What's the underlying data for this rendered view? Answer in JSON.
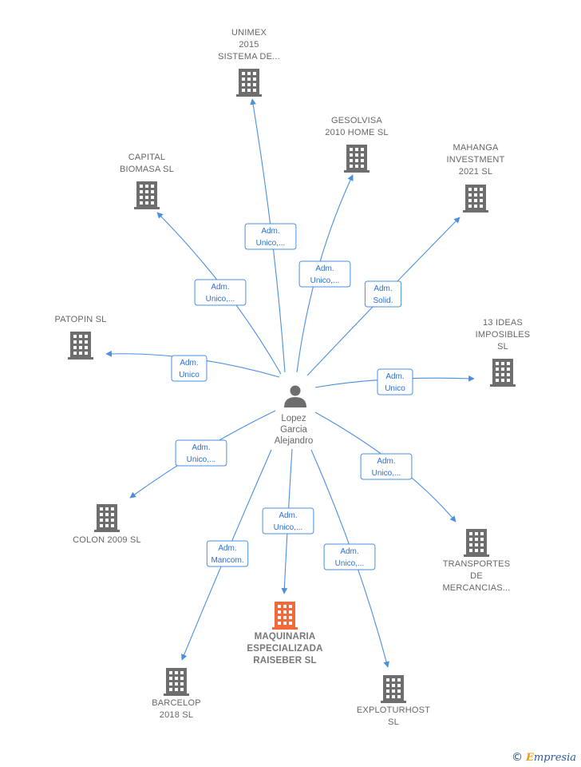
{
  "center": {
    "label": [
      "Lopez",
      "Garcia",
      "Alejandro"
    ]
  },
  "colors": {
    "edge": "#4a8fe0",
    "edge_text": "#2a6fd6",
    "building": "#6e6e6e",
    "highlight": "#f26a3c"
  },
  "nodes": [
    {
      "id": "unimex",
      "label": [
        "UNIMEX",
        "2015",
        "SISTEMA DE..."
      ],
      "relation": [
        "Adm.",
        "Unico,..."
      ],
      "highlight": false
    },
    {
      "id": "gesolvisa",
      "label": [
        "GESOLVISA",
        "2010 HOME  SL"
      ],
      "relation": [
        "Adm.",
        "Unico,..."
      ],
      "highlight": false
    },
    {
      "id": "mahanga",
      "label": [
        "MAHANGA",
        "INVESTMENT",
        "2021  SL"
      ],
      "relation": [
        "Adm.",
        "Solid."
      ],
      "highlight": false
    },
    {
      "id": "capital-biomasa",
      "label": [
        "CAPITAL",
        "BIOMASA  SL"
      ],
      "relation": [
        "Adm.",
        "Unico,..."
      ],
      "highlight": false
    },
    {
      "id": "patopin",
      "label": [
        "PATOPIN SL"
      ],
      "relation": [
        "Adm.",
        "Unico"
      ],
      "highlight": false
    },
    {
      "id": "13-ideas",
      "label": [
        "13 IDEAS",
        "IMPOSIBLES",
        "SL"
      ],
      "relation": [
        "Adm.",
        "Unico"
      ],
      "highlight": false
    },
    {
      "id": "colon-2009",
      "label": [
        "COLON 2009 SL"
      ],
      "relation": [
        "Adm.",
        "Unico,..."
      ],
      "highlight": false
    },
    {
      "id": "transportes",
      "label": [
        "TRANSPORTES",
        "DE",
        "MERCANCIAS..."
      ],
      "relation": [
        "Adm.",
        "Unico,..."
      ],
      "highlight": false
    },
    {
      "id": "maquinaria",
      "label": [
        "MAQUINARIA",
        "ESPECIALIZADA",
        "RAISEBER  SL"
      ],
      "relation": [
        "Adm.",
        "Unico,..."
      ],
      "highlight": true
    },
    {
      "id": "barcelop",
      "label": [
        "BARCELOP",
        "2018  SL"
      ],
      "relation": [
        "Adm.",
        "Mancom."
      ],
      "highlight": false
    },
    {
      "id": "exploturhost",
      "label": [
        "EXPLOTURHOST",
        "SL"
      ],
      "relation": [
        "Adm.",
        "Unico,..."
      ],
      "highlight": false
    }
  ],
  "footer": {
    "copyright_symbol": "©",
    "brand_initial": "E",
    "brand_rest": "mpresia"
  }
}
